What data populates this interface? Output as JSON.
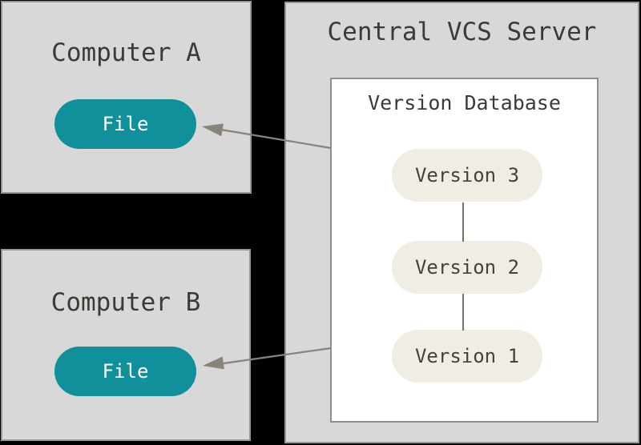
{
  "colors": {
    "background": "#000000",
    "box-fill": "#d8d8d8",
    "box-border": "#979797",
    "db-fill": "#ffffff",
    "db-border": "#8f8f8f",
    "teal": "#0f909b",
    "pill-beige": "#efede4",
    "text-dark": "#3d3935",
    "pill-text": "#45413c",
    "file-text": "#ffffff",
    "arrow": "#8a8379",
    "connector": "#787168"
  },
  "computer_a": {
    "title": "Computer A",
    "file_label": "File"
  },
  "computer_b": {
    "title": "Computer B",
    "file_label": "File"
  },
  "server": {
    "title": "Central VCS Server",
    "database": {
      "title": "Version Database",
      "versions": [
        "Version 3",
        "Version 2",
        "Version 1"
      ]
    }
  }
}
